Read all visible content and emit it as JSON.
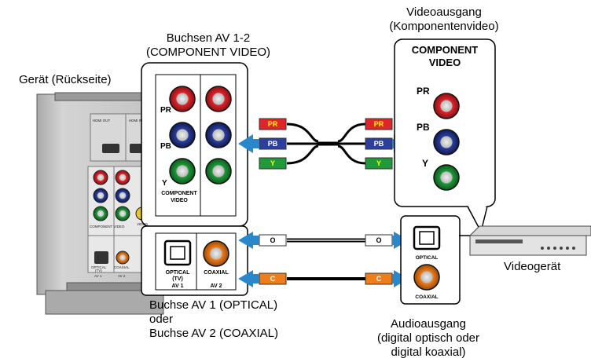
{
  "labels": {
    "av12_line1": "Buchsen AV 1-2",
    "av12_line2": "(COMPONENT VIDEO)",
    "device_rear": "Gerät (Rückseite)",
    "video_out_line1": "Videoausgang",
    "video_out_line2": "(Komponentenvideo)",
    "video_device": "Videogerät",
    "input_line1": "Buchse AV 1 (OPTICAL)",
    "input_line2": "oder",
    "input_line3": "Buchse AV 2 (COAXIAL)",
    "audio_out_line1": "Audioausgang",
    "audio_out_line2": "(digital optisch oder",
    "audio_out_line3": "digital koaxial)"
  },
  "receiver_panel": {
    "hdmi_out": "HDMI OUT",
    "hdmi_in": "HDMI IN",
    "component_video": "COMPONENT VIDEO",
    "video": "VIDEO",
    "optical": "OPTICAL",
    "coaxial": "COAXIAL",
    "av1": "AV 1",
    "av2": "AV 2",
    "tv": "(TV)"
  },
  "inset_component": {
    "pr": "PR",
    "pb": "PB",
    "y": "Y",
    "caption_line1": "COMPONENT",
    "caption_line2": "VIDEO"
  },
  "inset_audio": {
    "optical_line1": "OPTICAL",
    "optical_line2": "(TV)",
    "coaxial": "COAXIAL",
    "av1": "AV 1",
    "av2": "AV 2"
  },
  "cable_plugs": {
    "pr": "PR",
    "pb": "PB",
    "y": "Y",
    "optical": "O",
    "coaxial": "C"
  },
  "source_component": {
    "title_line1": "COMPONENT",
    "title_line2": "VIDEO",
    "pr": "PR",
    "pb": "PB",
    "y": "Y"
  },
  "source_audio": {
    "optical": "OPTICAL",
    "coaxial": "COAXIAL"
  },
  "colors": {
    "pr": "#e0242b",
    "pb": "#2c3f9c",
    "y": "#1f9a3a",
    "coaxial": "#ef7d1a",
    "arrow": "#2a87c9",
    "receiver": "#c7c7c7"
  }
}
